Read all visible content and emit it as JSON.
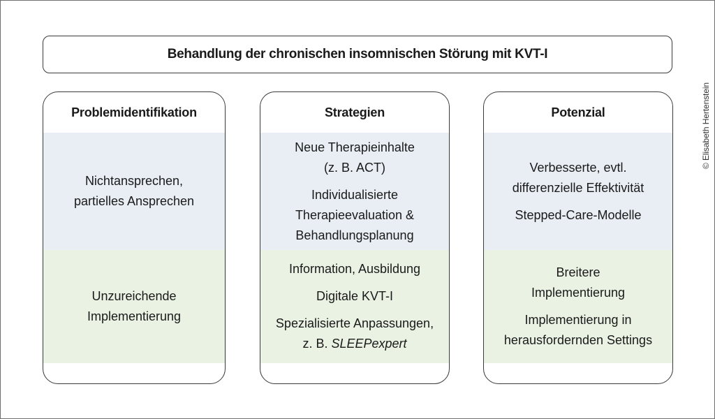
{
  "title": "Behandlung der chronischen insomnischen Störung mit KVT-I",
  "credit": "© Elisabeth Hertenstein",
  "columns": [
    {
      "heading": "Problemidentifikation",
      "blue": [
        {
          "lines": [
            "Nichtansprechen,",
            "partielles Ansprechen"
          ]
        }
      ],
      "green": [
        {
          "lines": [
            "Unzureichende",
            "Implementierung"
          ]
        }
      ]
    },
    {
      "heading": "Strategien",
      "blue": [
        {
          "lines": [
            "Neue Therapieinhalte",
            "(z. B. ACT)"
          ]
        },
        {
          "lines": [
            "Individualisierte",
            "Therapieevaluation &",
            "Behandlungsplanung"
          ]
        }
      ],
      "green": [
        {
          "lines": [
            "Information, Ausbildung"
          ]
        },
        {
          "lines": [
            "Digitale KVT-I"
          ]
        },
        {
          "lines": [
            "Spezialisierte Anpassungen,"
          ],
          "prefix": "z. B. ",
          "emphasis": "SLEEPexpert"
        }
      ]
    },
    {
      "heading": "Potenzial",
      "blue": [
        {
          "lines": [
            "Verbesserte, evtl.",
            "differenzielle Effektivität"
          ]
        },
        {
          "lines": [
            "Stepped-Care-Modelle"
          ]
        }
      ],
      "green": [
        {
          "lines": [
            "Breitere",
            "Implementierung"
          ]
        },
        {
          "lines": [
            "Implementierung in",
            "herausfordernden Settings"
          ]
        }
      ]
    }
  ]
}
